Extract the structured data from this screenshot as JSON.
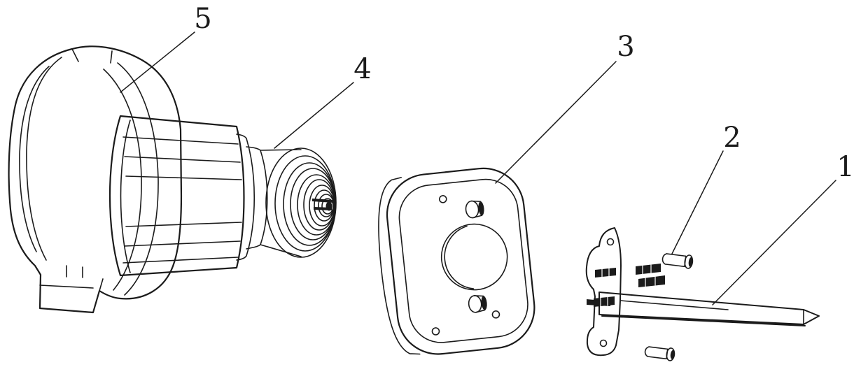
{
  "figure": {
    "kind": "exploded-assembly-technical-drawing",
    "background_color": "#ffffff",
    "line_color": "#1b1b1b",
    "parts": [
      {
        "label": "1"
      },
      {
        "label": "2"
      },
      {
        "label": "3"
      },
      {
        "label": "4"
      },
      {
        "label": "5"
      }
    ]
  }
}
